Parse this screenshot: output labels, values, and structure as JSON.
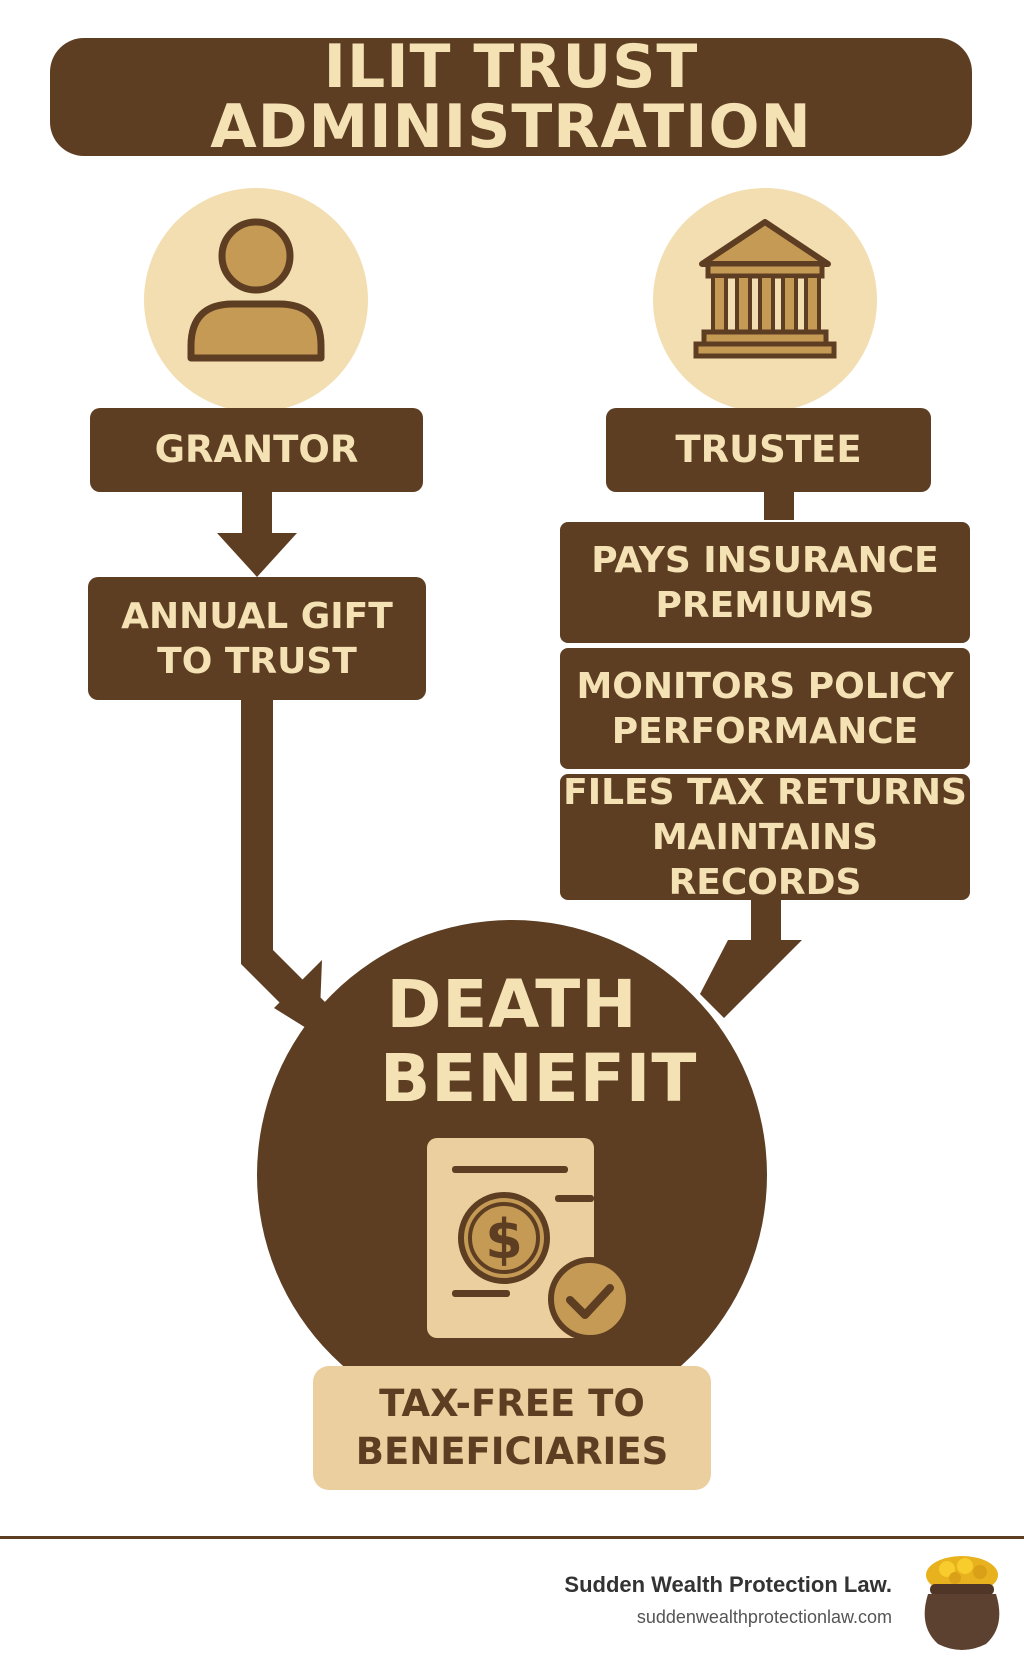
{
  "title": "ILIT TRUST ADMINISTRATION",
  "grantor": {
    "label": "GRANTOR",
    "icon": "person-icon",
    "action": "ANNUAL GIFT\nTO TRUST"
  },
  "trustee": {
    "label": "TRUSTEE",
    "icon": "bank-building-icon",
    "duties": [
      "PAYS INSURANCE\nPREMIUMS",
      "MONITORS POLICY\nPERFORMANCE",
      "FILES TAX RETURNS\nMAINTAINS RECORDS"
    ]
  },
  "outcome": {
    "title": "DEATH\nBENEFIT",
    "icon": "policy-document-dollar-check-icon",
    "result": "TAX-FREE TO\nBENEFICIARIES"
  },
  "footer": {
    "brand": "Sudden Wealth Protection Law.",
    "url": "suddenwealthprotectionlaw.com",
    "logo_icon": "gold-pot-icon"
  },
  "colors": {
    "dark_brown": "#5e3e22",
    "cream_text": "#f4e2b5",
    "icon_bg": "#f3deb2",
    "gold": "#c59a55",
    "result_bg": "#ebcf9e"
  }
}
